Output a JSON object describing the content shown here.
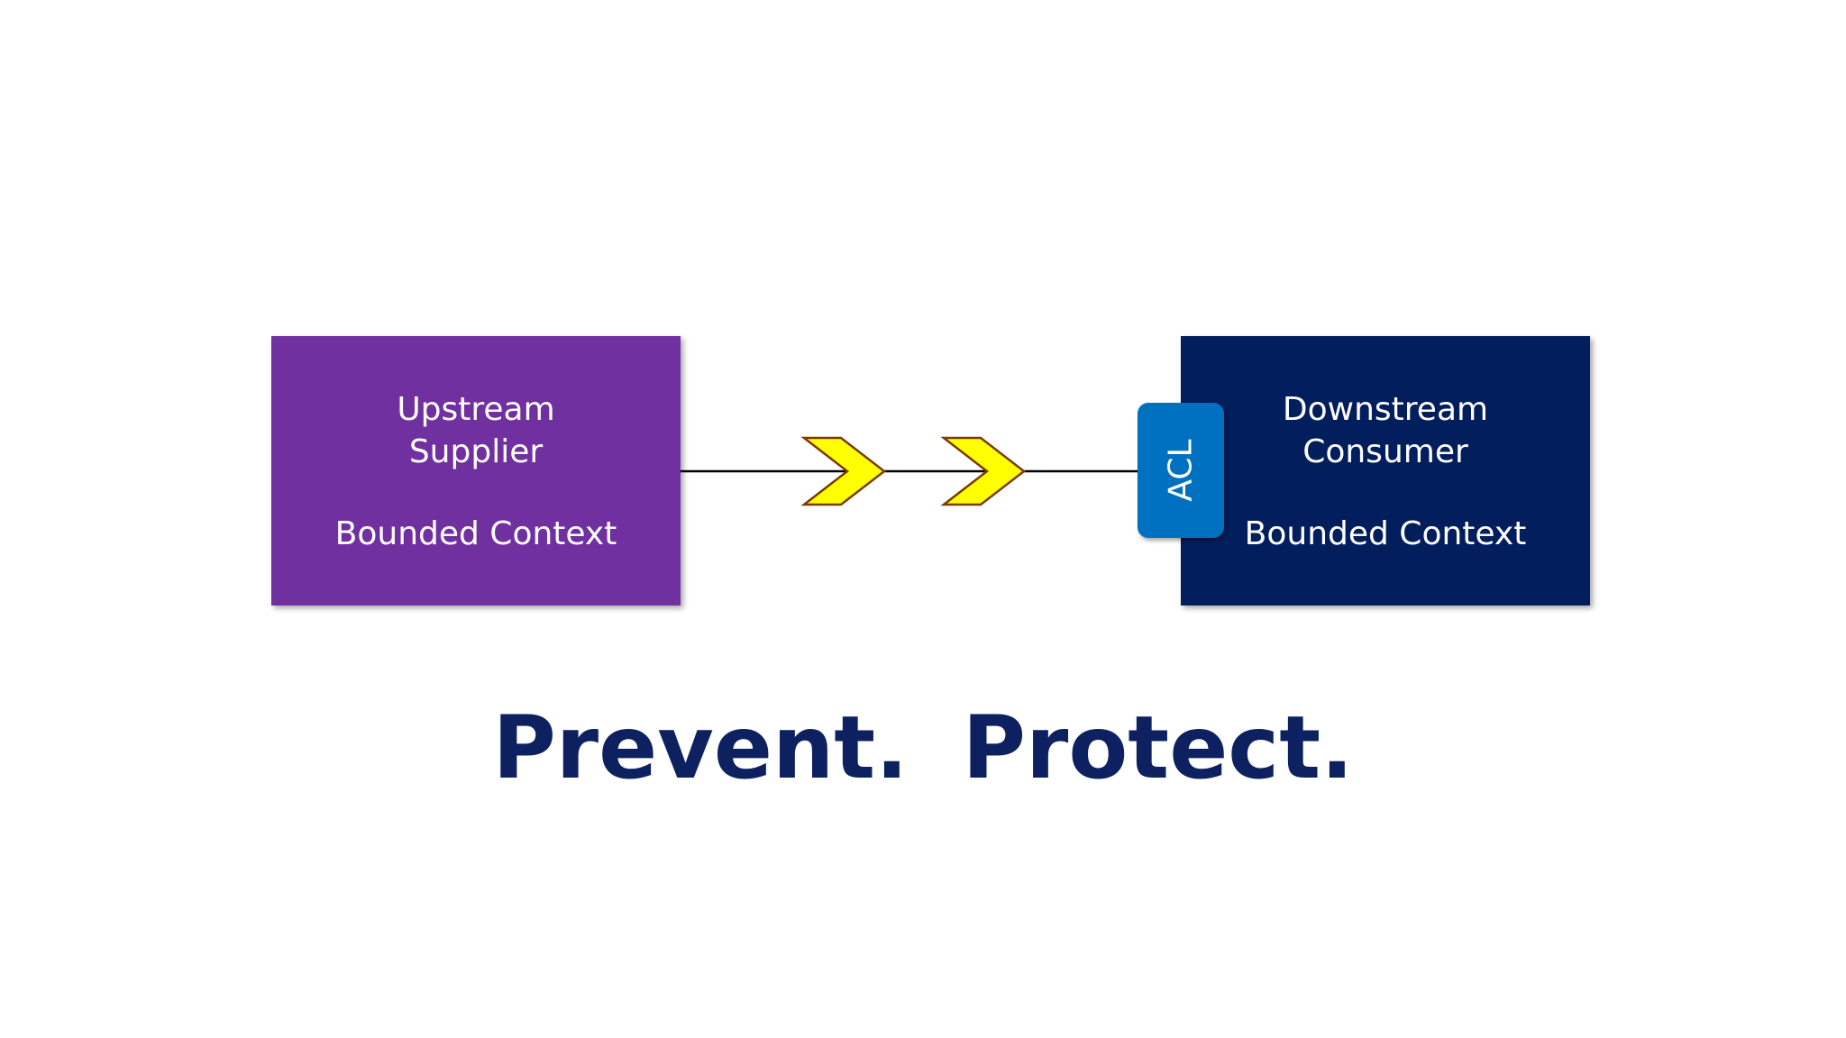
{
  "colors": {
    "upstream_fill": "#7030A0",
    "downstream_fill": "#021E5C",
    "acl_fill": "#0070C0",
    "arrow_fill": "#FFFF00",
    "arrow_stroke": "#7A3B00",
    "line": "#000000",
    "tagline": "#0D2060"
  },
  "upstream": {
    "title_line1": "Upstream",
    "title_line2": "Supplier",
    "subtitle": "Bounded Context"
  },
  "downstream": {
    "title_line1": "Downstream",
    "title_line2": "Consumer",
    "subtitle": "Bounded Context"
  },
  "acl": {
    "label": "ACL"
  },
  "tagline": {
    "word1": "Prevent.",
    "word2": "Protect."
  },
  "icons": {
    "flow_arrows": "chevron-right-icon"
  }
}
